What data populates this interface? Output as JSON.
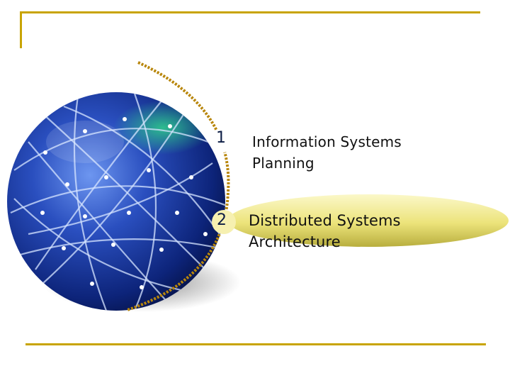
{
  "slide": {
    "items": [
      {
        "number": "1",
        "line1": "Information Systems",
        "line2": "Planning",
        "highlighted": false
      },
      {
        "number": "2",
        "line1": "Distributed Systems",
        "line2": "Architecture",
        "highlighted": true
      }
    ],
    "colors": {
      "frame": "#c8a400",
      "highlight": "#f1ec9e",
      "globe_dark": "#0b1f6b",
      "globe_light": "#5a86e6",
      "arc": "#b8860b"
    },
    "icons": {
      "globe": "network-globe-icon"
    }
  }
}
